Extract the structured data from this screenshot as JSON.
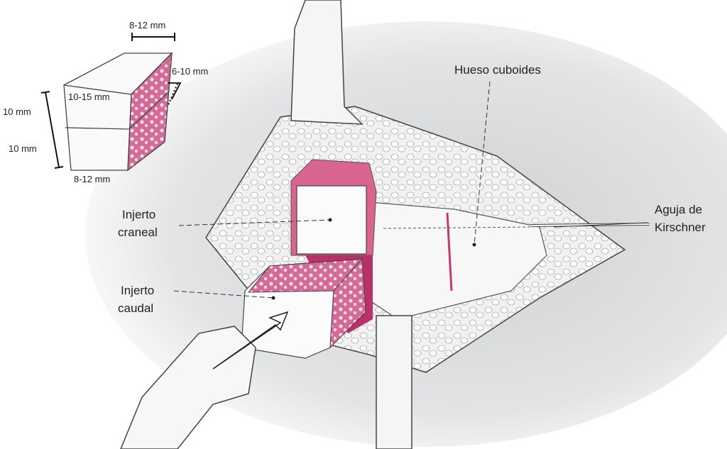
{
  "graft_dimensions": {
    "top_width": "8-12 mm",
    "depth": "6-10 mm",
    "length": "10-15 mm",
    "upper_height": "10 mm",
    "lower_height": "10 mm",
    "bottom_width": "8-12 mm"
  },
  "labels": {
    "cuboid": "Hueso cuboides",
    "cranial_graft": [
      "Injerto",
      "craneal"
    ],
    "caudal_graft": [
      "Injerto",
      "caudal"
    ],
    "kwire": [
      "Aguja de",
      "Kirschner"
    ]
  },
  "colors": {
    "bone_pink": "#c23a72",
    "shade": "#d9dadc",
    "line": "#333333"
  }
}
